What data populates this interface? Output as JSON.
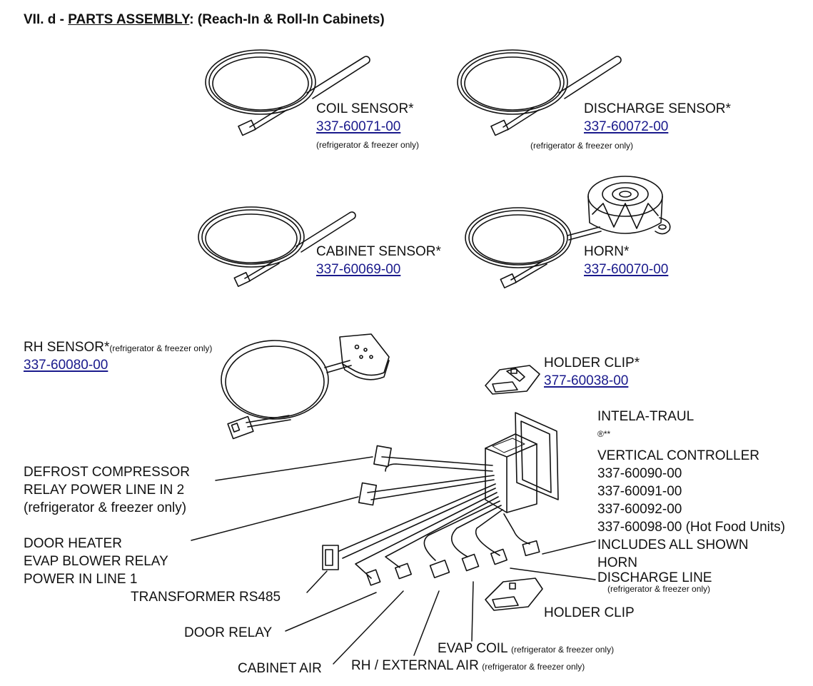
{
  "header": {
    "prefix": "VII. d - ",
    "title": "PARTS ASSEMBLY",
    "suffix": ": (Reach-In & Roll-In Cabinets)"
  },
  "parts": {
    "coil_sensor": {
      "name": "COIL SENSOR*",
      "part_number": "337-60071-00",
      "note": "(refrigerator & freezer only)"
    },
    "discharge_sensor": {
      "name": "DISCHARGE SENSOR*",
      "part_number": "337-60072-00",
      "note": "(refrigerator & freezer only)"
    },
    "cabinet_sensor": {
      "name": "CABINET SENSOR*",
      "part_number": "337-60069-00"
    },
    "horn": {
      "name": "HORN*",
      "part_number": "337-60070-00"
    },
    "rh_sensor": {
      "name": "RH SENSOR*",
      "note": "(refrigerator & freezer only)",
      "part_number": "337-60080-00"
    },
    "holder_clip": {
      "name": "HOLDER CLIP*",
      "part_number": "377-60038-00"
    }
  },
  "controller": {
    "lines": [
      "INTELA-TRAUL",
      "VERTICAL CONTROLLER",
      "337-60090-00",
      "337-60091-00",
      "337-60092-00",
      "337-60098-00 (Hot Food Units)",
      "INCLUDES ALL SHOWN"
    ],
    "reg_mark": "®**"
  },
  "callouts": {
    "defrost": [
      "DEFROST COMPRESSOR",
      "RELAY POWER LINE IN 2",
      "(refrigerator & freezer only)"
    ],
    "door_heater": [
      "DOOR HEATER",
      "EVAP BLOWER RELAY",
      "POWER IN LINE 1"
    ],
    "transformer": "TRANSFORMER RS485",
    "door_relay": "DOOR RELAY",
    "cabinet_air": "CABINET AIR",
    "rh_external": "RH / EXTERNAL  AIR",
    "rh_external_note": "(refrigerator & freezer only)",
    "evap_coil": "EVAP COIL",
    "evap_coil_note": "(refrigerator & freezer only)",
    "horn": "HORN",
    "discharge_line": "DISCHARGE LINE",
    "discharge_line_note": "(refrigerator & freezer only)",
    "holder_clip": "HOLDER CLIP"
  }
}
